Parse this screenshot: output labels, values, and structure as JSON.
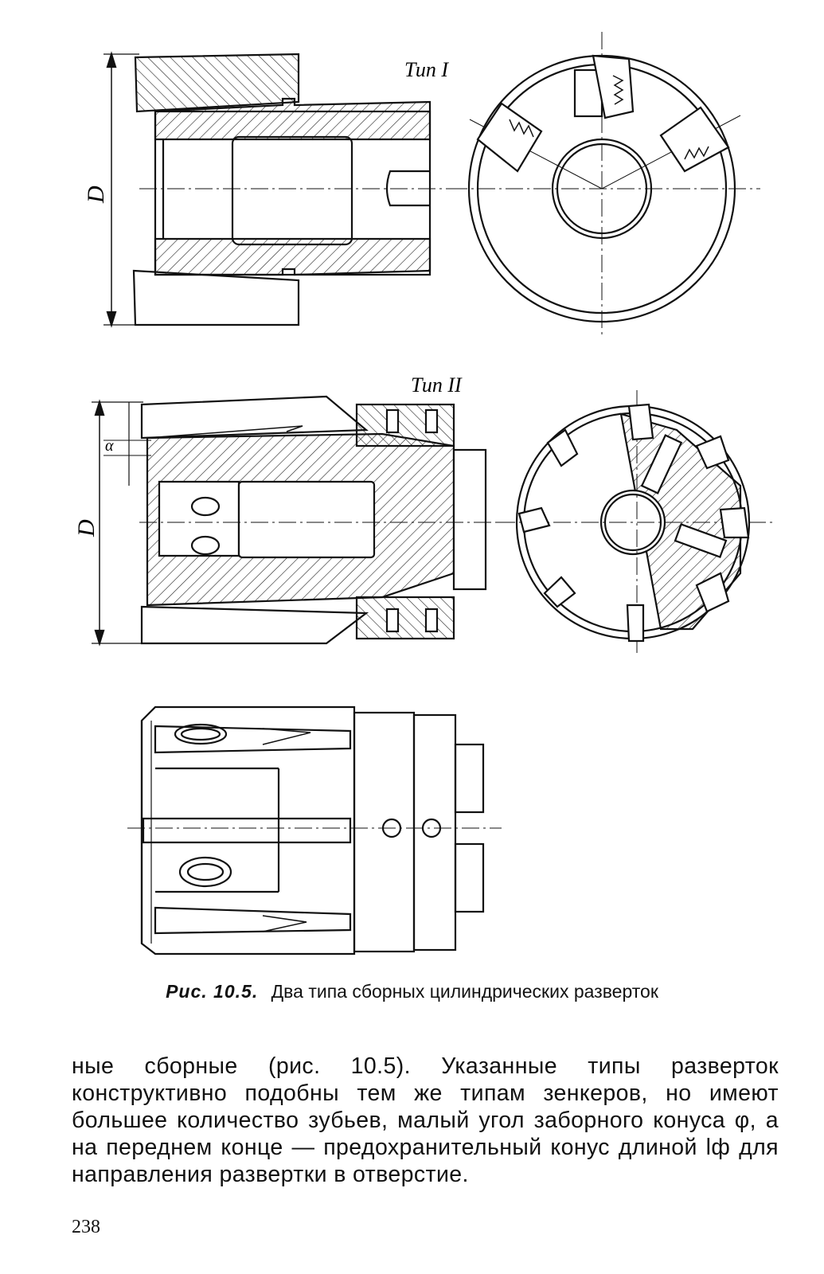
{
  "figure": {
    "type1_label": "Тип I",
    "type2_label": "Тип II",
    "dim_D": "D",
    "dim_alpha": "α"
  },
  "caption": {
    "fig_ref": "Рис. 10.5.",
    "text": "Два типа сборных цилиндрических разверток"
  },
  "body": {
    "paragraph": "ные сборные (рис. 10.5). Указанные типы разверток конструктивно подобны тем же типам зенкеров, но имеют большее количество зубьев, малый угол заборного конуса φ, а на переднем конце — предохранительный конус длиной lф для направления развертки в отверстие."
  },
  "page": {
    "number": "238"
  }
}
